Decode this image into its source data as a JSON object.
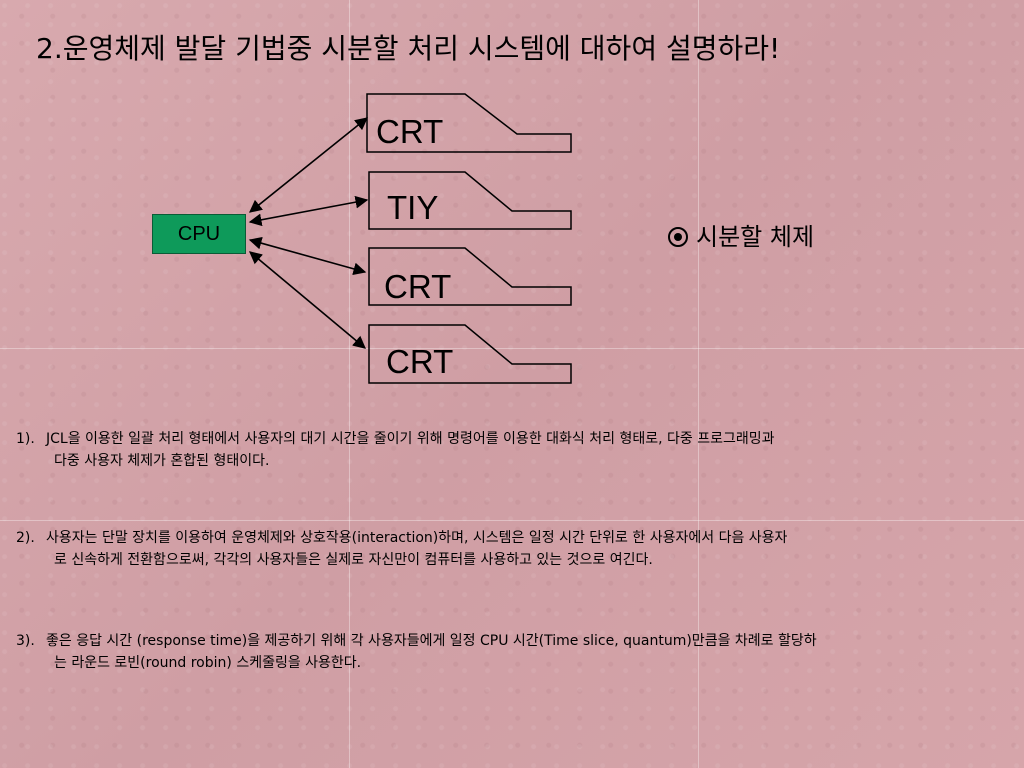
{
  "title": "2.운영체제 발달 기법중 시분할 처리 시스템에 대하여 설명하라!",
  "diagram": {
    "cpu_label": "CPU",
    "terminals": [
      "CRT",
      "TIY",
      "CRT",
      "CRT"
    ]
  },
  "bullet": {
    "icon": "radio-circle-icon",
    "text": "시분할 체제"
  },
  "paragraphs": [
    {
      "number": "1).",
      "line1": "JCL을 이용한 일괄 처리 형태에서 사용자의 대기 시간을 줄이기 위해 명령어를 이용한 대화식 처리 형태로, 다중 프로그래밍과",
      "line2": "다중 사용자 체제가 혼합된 형태이다."
    },
    {
      "number": "2).",
      "line1": "사용자는 단말 장치를 이용하여 운영체제와 상호작용(interaction)하며, 시스템은 일정 시간 단위로 한 사용자에서 다음 사용자",
      "line2": "로 신속하게 전환함으로써, 각각의 사용자들은 실제로 자신만이 컴퓨터를 사용하고 있는 것으로 여긴다."
    },
    {
      "number": "3).",
      "line1": "좋은 응답 시간 (response time)을 제공하기 위해 각 사용자들에게 일정 CPU 시간(Time slice, quantum)만큼을 차례로 할당하",
      "line2": "는 라운드 로빈(round robin) 스케줄링을 사용한다."
    }
  ],
  "colors": {
    "background": "#d4a3a8",
    "cpu_box": "#0e9a5a"
  }
}
